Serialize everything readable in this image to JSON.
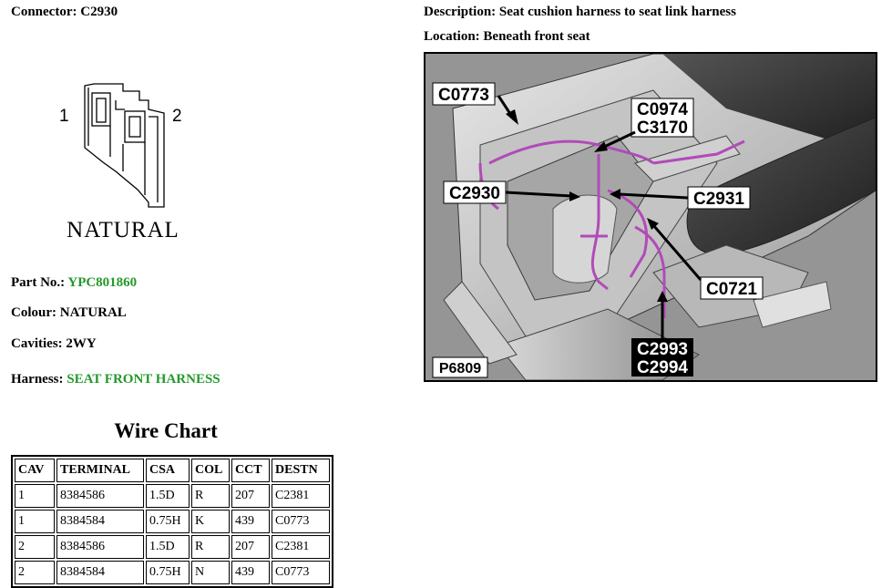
{
  "header": {
    "connector_label": "Connector:",
    "connector_value": "C2930",
    "description_label": "Description:",
    "description_value": "Seat cushion harness to seat link harness",
    "location_label": "Location:",
    "location_value": "Beneath front seat"
  },
  "drawing": {
    "pin_left": "1",
    "pin_right": "2",
    "colour_caption": "NATURAL"
  },
  "details": {
    "part_label": "Part No.:",
    "part_value": "YPC801860",
    "colour_label": "Colour:",
    "colour_value": "NATURAL",
    "cavities_label": "Cavities:",
    "cavities_value": "2WY",
    "harness_label": "Harness:",
    "harness_value": "SEAT FRONT HARNESS"
  },
  "wire_chart": {
    "title": "Wire Chart",
    "headers": [
      "CAV",
      "TERMINAL",
      "CSA",
      "COL",
      "CCT",
      "DESTN"
    ],
    "rows": [
      [
        "1",
        "8384586",
        "1.5D",
        "R",
        "207",
        "C2381"
      ],
      [
        "1",
        "8384584",
        "0.75H",
        "K",
        "439",
        "C0773"
      ],
      [
        "2",
        "8384586",
        "1.5D",
        "R",
        "207",
        "C2381"
      ],
      [
        "2",
        "8384584",
        "0.75H",
        "N",
        "439",
        "C0773"
      ]
    ]
  },
  "photo": {
    "callouts": {
      "c0773": "C0773",
      "c0974": "C0974",
      "c3170": "C3170",
      "c2930": "C2930",
      "c2931": "C2931",
      "c0721": "C0721",
      "c2993": "C2993",
      "c2994": "C2994"
    },
    "figure_id": "P6809"
  },
  "colors": {
    "link_green": "#22992a",
    "harness_magenta": "#b14bb8"
  }
}
